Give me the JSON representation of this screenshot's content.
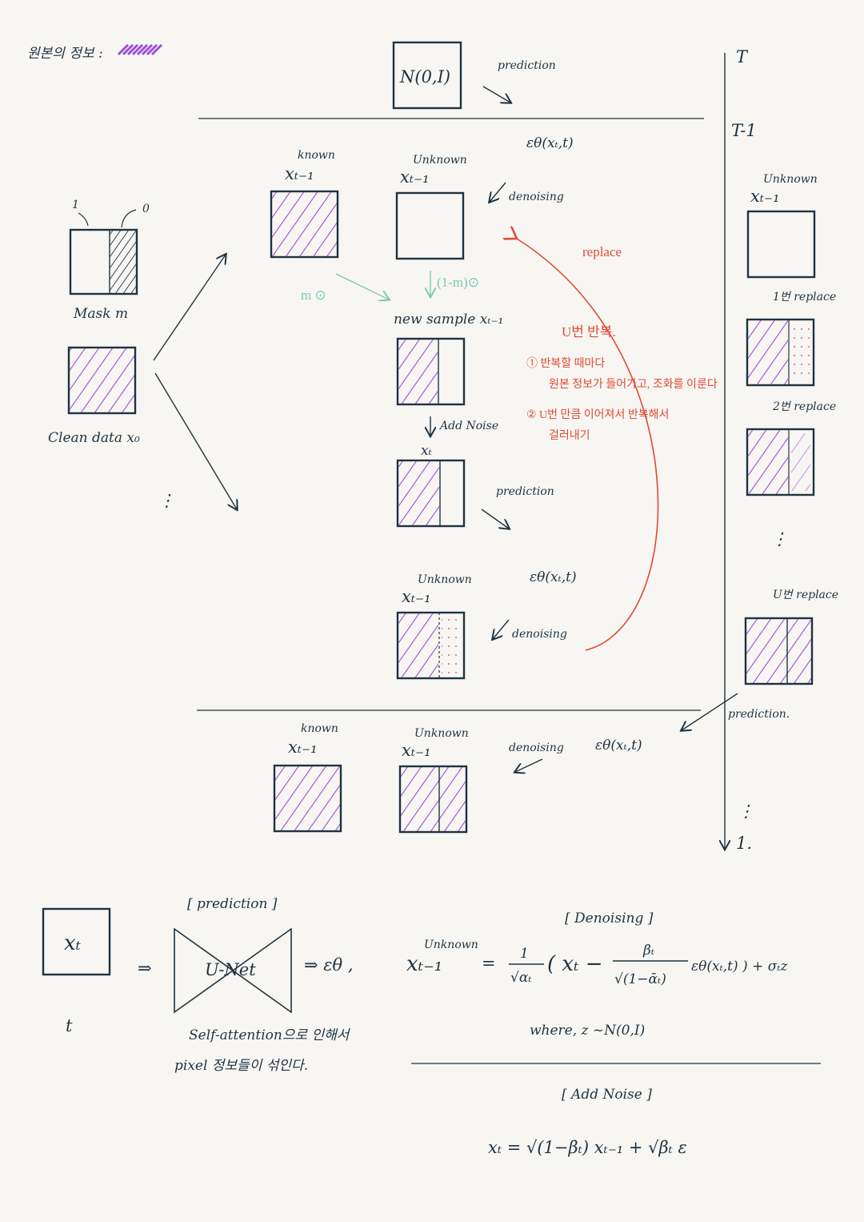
{
  "header": {
    "legend": "원본의 정보 :"
  },
  "top": {
    "noise_box": "N(0,I)",
    "prediction": "prediction",
    "time_T": "T",
    "time_T1": "T-1"
  },
  "left": {
    "mask_one": "1",
    "mask_zero": "0",
    "mask_label": "Mask m",
    "clean_label": "Clean data x₀",
    "dots": "⋮"
  },
  "step": {
    "known": "known",
    "unknown": "Unknown",
    "x_t1": "xₜ₋₁",
    "eps": "εθ(xₜ,t)",
    "denoising": "denoising",
    "m_op": "m ⊙",
    "one_minus_m": "(1-m)⊙",
    "new_sample": "new sample xₜ₋₁",
    "add_noise": "Add Noise",
    "x_t": "xₜ",
    "prediction": "prediction",
    "unknown2": "Unknown",
    "x_t1b": "xₜ₋₁",
    "eps2": "εθ(xₜ,t)",
    "denoising2": "denoising"
  },
  "red_notes": {
    "replace": "replace",
    "title": "U번 반복.",
    "line1": "① 반복할 때마다",
    "line2": "원본 정보가 들어가고, 조화를 이룬다",
    "line3": "② U번 만큼 이어져서 반복해서",
    "line4": "걸러내기"
  },
  "right_column": {
    "unknown": "Unknown",
    "x_t1": "xₜ₋₁",
    "r1": "1번 replace",
    "r2": "2번 replace",
    "rU": "U번 replace",
    "dots": "⋮",
    "prediction": "prediction.",
    "time_1": "1."
  },
  "bottom_step": {
    "known": "known",
    "x_t1": "xₜ₋₁",
    "unknown": "Unknown",
    "x_t1b": "xₜ₋₁",
    "denoising": "denoising",
    "eps": "εθ(xₜ,t)",
    "dots": "⋮"
  },
  "formulas": {
    "x_t": "xₜ",
    "t": "t",
    "prediction": "[ prediction ]",
    "unet": "U-Net",
    "arrow1": "⇒",
    "arrow2": "⇒ εθ ,",
    "unknown": "Unknown",
    "lhs": "xₜ₋₁",
    "denoising": "[ Denoising ]",
    "equals": "=",
    "frac_num": "1",
    "frac_den": "√αₜ",
    "inner_x": "( xₜ −",
    "beta_num": "βₜ",
    "beta_den": "√(1−ᾱₜ)",
    "eps_tail": "εθ(xₜ,t) ) + σₜz",
    "where": "where, z ~N(0,I)",
    "self_attn1": "Self-attention으로 인해서",
    "self_attn2": "pixel 정보들이 섞인다.",
    "add_noise": "[ Add Noise ]",
    "noise_eq": "xₜ = √(1−βₜ) xₜ₋₁ + √βₜ ε"
  },
  "colors": {
    "ink": "#1f3340",
    "purple": "#9b4fd6",
    "red": "#e04a34",
    "teal": "#7cc9b4",
    "paper": "#f7f6f3"
  }
}
